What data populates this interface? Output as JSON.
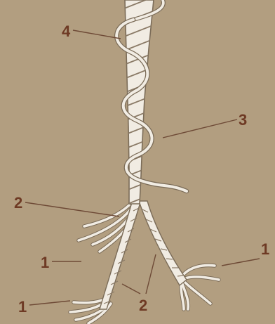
{
  "colors": {
    "background": "#b29e80",
    "strand_fill": "#f1ece3",
    "strand_outline": "#7b6c58",
    "twist_line": "#8a7a66",
    "leader_line": "#6e4a36",
    "label_text": "#6e3a24"
  },
  "callouts": {
    "label_4": "4",
    "label_3": "3",
    "label_2_upper": "2",
    "label_1_left_upper": "1",
    "label_1_right": "1",
    "label_1_left_lower": "1",
    "label_2_lower": "2"
  }
}
